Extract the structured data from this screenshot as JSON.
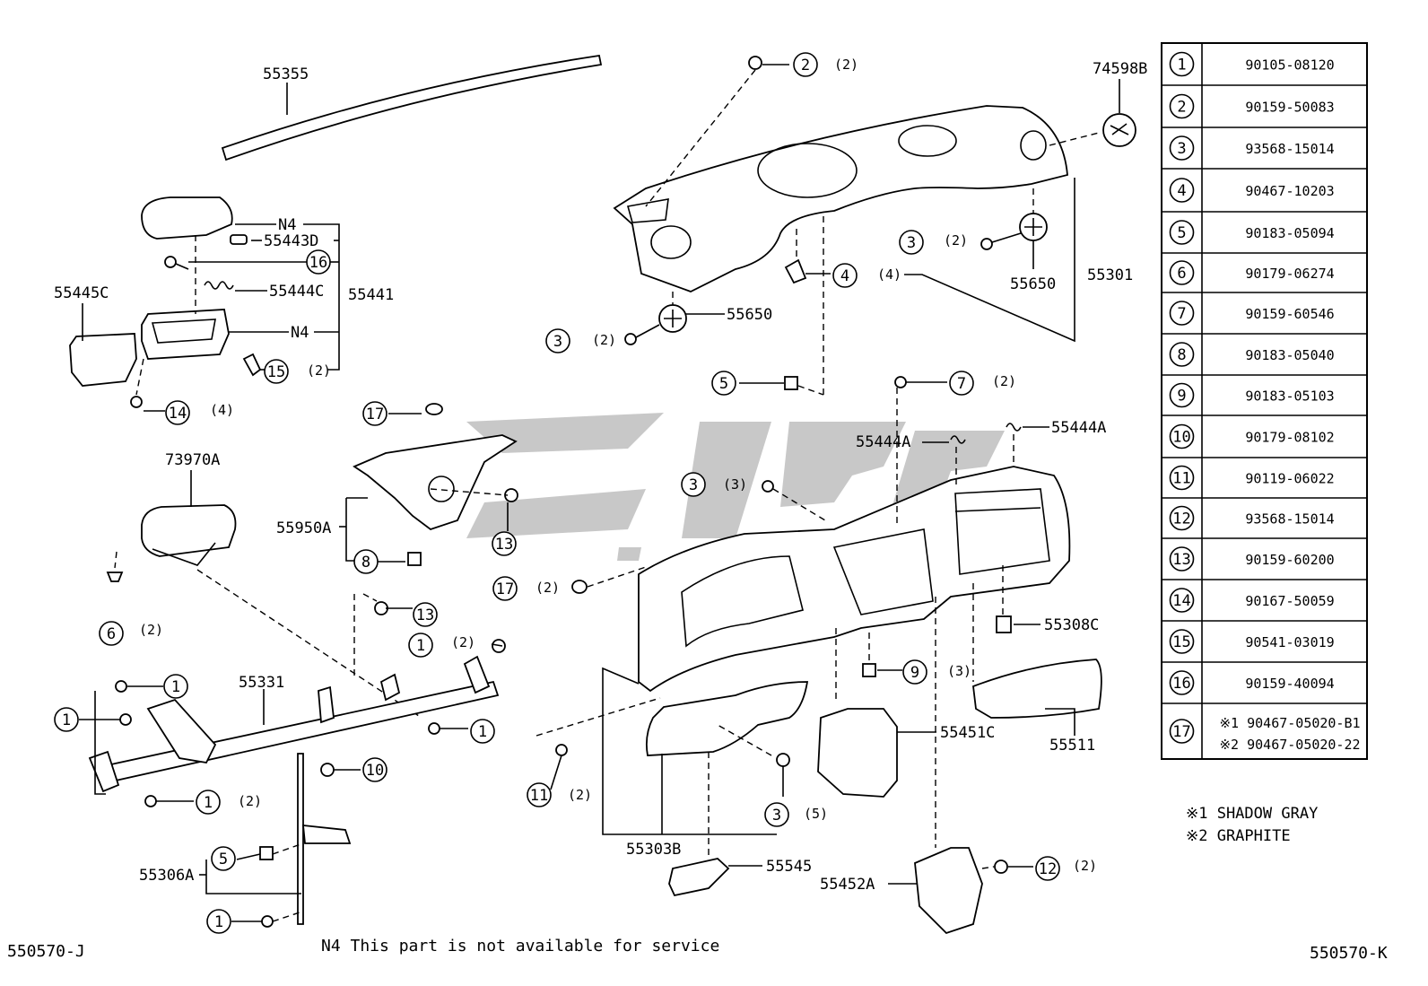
{
  "footer": {
    "left_code": "550570-J",
    "right_code": "550570-K",
    "note": "N4 This part is not available for service"
  },
  "legend_notes": [
    "※1 SHADOW GRAY",
    "※2 GRAPHITE"
  ],
  "parts_table": {
    "rows": [
      {
        "ref": "1",
        "part_no": "90105-08120"
      },
      {
        "ref": "2",
        "part_no": "90159-50083"
      },
      {
        "ref": "3",
        "part_no": "93568-15014"
      },
      {
        "ref": "4",
        "part_no": "90467-10203"
      },
      {
        "ref": "5",
        "part_no": "90183-05094"
      },
      {
        "ref": "6",
        "part_no": "90179-06274"
      },
      {
        "ref": "7",
        "part_no": "90159-60546"
      },
      {
        "ref": "8",
        "part_no": "90183-05040"
      },
      {
        "ref": "9",
        "part_no": "90183-05103"
      },
      {
        "ref": "10",
        "part_no": "90179-08102"
      },
      {
        "ref": "11",
        "part_no": "90119-06022"
      },
      {
        "ref": "12",
        "part_no": "93568-15014"
      },
      {
        "ref": "13",
        "part_no": "90159-60200"
      },
      {
        "ref": "14",
        "part_no": "90167-50059"
      },
      {
        "ref": "15",
        "part_no": "90541-03019"
      },
      {
        "ref": "16",
        "part_no": "90159-40094"
      },
      {
        "ref": "17",
        "part_no": "※1 90467-05020-B1",
        "part_no_2": "※2 90467-05020-22"
      }
    ]
  },
  "part_labels": {
    "p55355": "55355",
    "p74598B": "74598B",
    "pN4a": "N4",
    "p55443D": "55443D",
    "p55444C": "55444C",
    "p55441": "55441",
    "p55445C": "55445C",
    "pN4b": "N4",
    "p73970A": "73970A",
    "p55950A": "55950A",
    "p55331": "55331",
    "p55306A": "55306A",
    "p55650a": "55650",
    "p55650b": "55650",
    "p55301": "55301",
    "p55444Aa": "55444A",
    "p55444Ab": "55444A",
    "p55308C": "55308C",
    "p55451C": "55451C",
    "p55511": "55511",
    "p55303B": "55303B",
    "p55545": "55545",
    "p55452A": "55452A"
  },
  "quantities": {
    "q2": "(2)",
    "q3": "(3)",
    "q4": "(4)",
    "q5": "(5)"
  },
  "callouts": {
    "c1": "1",
    "c2": "2",
    "c3": "3",
    "c4": "4",
    "c5": "5",
    "c6": "6",
    "c7": "7",
    "c8": "8",
    "c9": "9",
    "c10": "10",
    "c11": "11",
    "c12": "12",
    "c13": "13",
    "c14": "14",
    "c15": "15",
    "c16": "16",
    "c17": "17"
  }
}
